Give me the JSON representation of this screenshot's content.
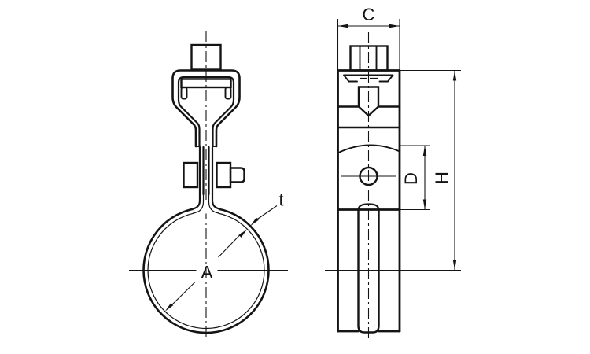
{
  "colors": {
    "line": "#141414",
    "background": "#ffffff"
  },
  "views": {
    "front": {
      "dimension_labels": {
        "inner_diameter": "A",
        "band_thickness": "t"
      }
    },
    "side": {
      "dimension_labels": {
        "top_width": "C",
        "band_depth": "D",
        "overall_height": "H"
      }
    }
  }
}
